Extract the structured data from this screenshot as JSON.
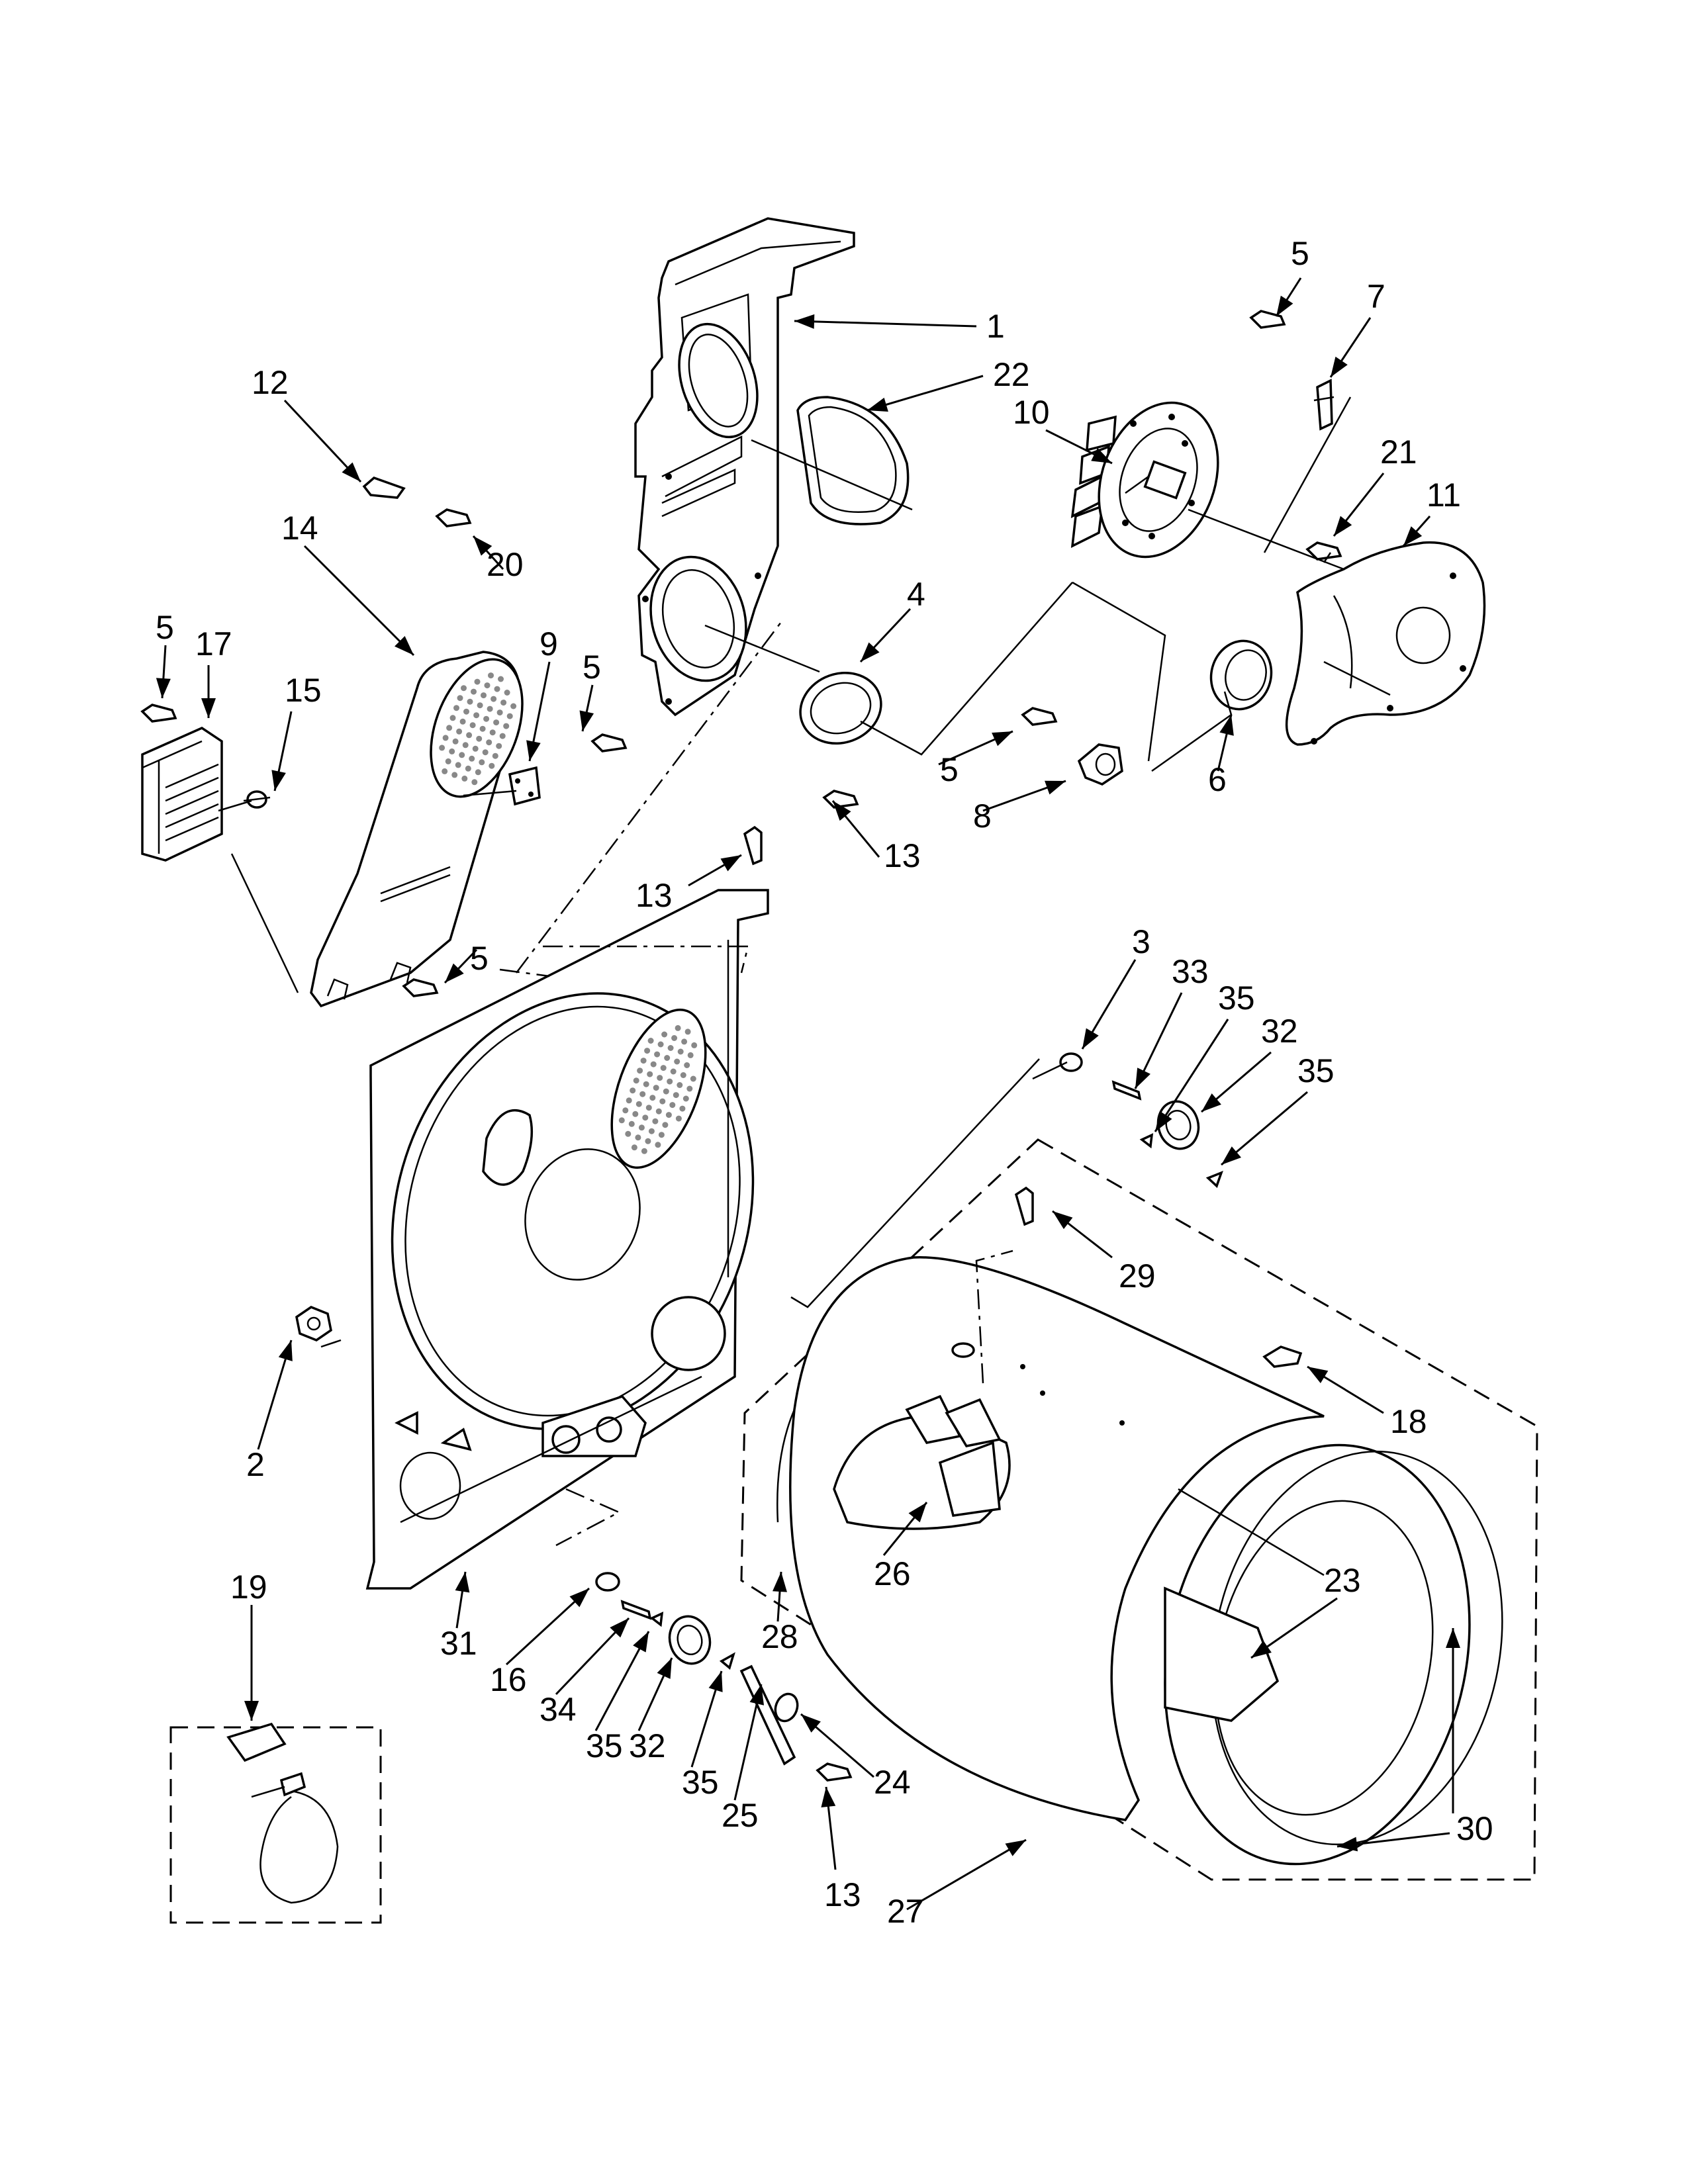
{
  "callouts": [
    {
      "id": "c1",
      "text": "1"
    },
    {
      "id": "c22",
      "text": "22"
    },
    {
      "id": "c4",
      "text": "4"
    },
    {
      "id": "c13a",
      "text": "13"
    },
    {
      "id": "c13b",
      "text": "13"
    },
    {
      "id": "c13c",
      "text": "13"
    },
    {
      "id": "c5a",
      "text": "5"
    },
    {
      "id": "c5b",
      "text": "5"
    },
    {
      "id": "c5c",
      "text": "5"
    },
    {
      "id": "c5d",
      "text": "5"
    },
    {
      "id": "c5e",
      "text": "5"
    },
    {
      "id": "c7",
      "text": "7"
    },
    {
      "id": "c10",
      "text": "10"
    },
    {
      "id": "c21",
      "text": "21"
    },
    {
      "id": "c11",
      "text": "11"
    },
    {
      "id": "c6",
      "text": "6"
    },
    {
      "id": "c8",
      "text": "8"
    },
    {
      "id": "c12",
      "text": "12"
    },
    {
      "id": "c20",
      "text": "20"
    },
    {
      "id": "c14",
      "text": "14"
    },
    {
      "id": "c9",
      "text": "9"
    },
    {
      "id": "c17",
      "text": "17"
    },
    {
      "id": "c15",
      "text": "15"
    },
    {
      "id": "c3",
      "text": "3"
    },
    {
      "id": "c33",
      "text": "33"
    },
    {
      "id": "c35a",
      "text": "35"
    },
    {
      "id": "c32a",
      "text": "32"
    },
    {
      "id": "c35b",
      "text": "35"
    },
    {
      "id": "c29",
      "text": "29"
    },
    {
      "id": "c18",
      "text": "18"
    },
    {
      "id": "c2",
      "text": "2"
    },
    {
      "id": "c26",
      "text": "26"
    },
    {
      "id": "c23",
      "text": "23"
    },
    {
      "id": "c28",
      "text": "28"
    },
    {
      "id": "c31",
      "text": "31"
    },
    {
      "id": "c16",
      "text": "16"
    },
    {
      "id": "c34",
      "text": "34"
    },
    {
      "id": "c35c",
      "text": "35"
    },
    {
      "id": "c32b",
      "text": "32"
    },
    {
      "id": "c35d",
      "text": "35"
    },
    {
      "id": "c25",
      "text": "25"
    },
    {
      "id": "c24",
      "text": "24"
    },
    {
      "id": "c30",
      "text": "30"
    },
    {
      "id": "c27",
      "text": "27"
    },
    {
      "id": "c19",
      "text": "19"
    }
  ]
}
